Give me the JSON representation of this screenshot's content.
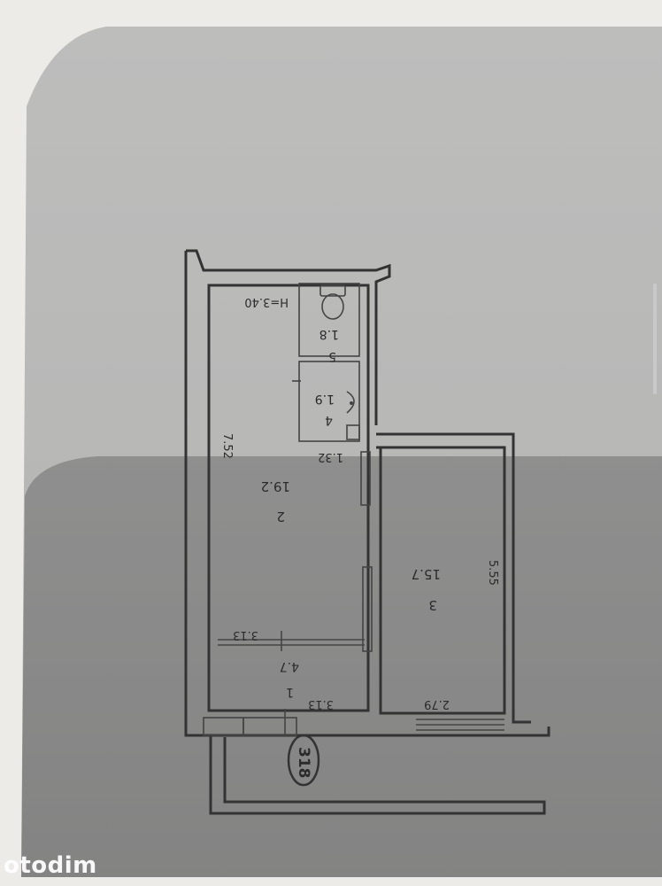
{
  "plan": {
    "apartment_number": "318",
    "ceiling_height": "H=3.40",
    "dimensions": {
      "left_height": "7.52",
      "right_height": "5.55",
      "bathroom_width": "1.32",
      "room2_bottom_width": "3.13",
      "room1_bottom_width": "3.13",
      "room3_bottom_width": "2.79"
    },
    "rooms": [
      {
        "number": "1",
        "area": "4.7"
      },
      {
        "number": "2",
        "area": "19.2"
      },
      {
        "number": "3",
        "area": "15.7"
      },
      {
        "number": "4",
        "area": "1.9"
      },
      {
        "number": "5",
        "area": "1.8"
      }
    ]
  },
  "watermark": "otodim"
}
